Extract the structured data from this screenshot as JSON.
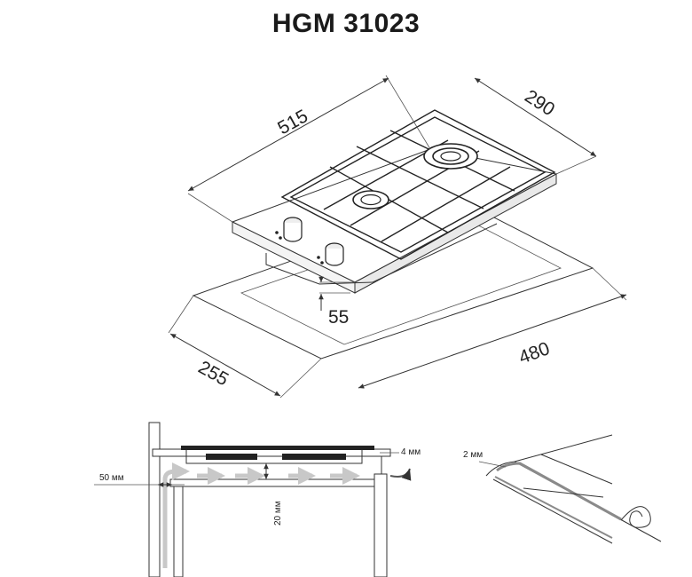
{
  "title": "HGM 31023",
  "dimensions": {
    "width": "515",
    "depth": "290",
    "height": "55",
    "cutout_width": "480",
    "cutout_depth": "255"
  },
  "install": {
    "gap_label": "50 мм",
    "top_gap_label": "4 мм",
    "vent_label": "20 мм",
    "seal_label": "2 мм"
  },
  "colors": {
    "line": "#333333",
    "airflow": "#c8c8c8",
    "accent": "#8a8a8a"
  }
}
